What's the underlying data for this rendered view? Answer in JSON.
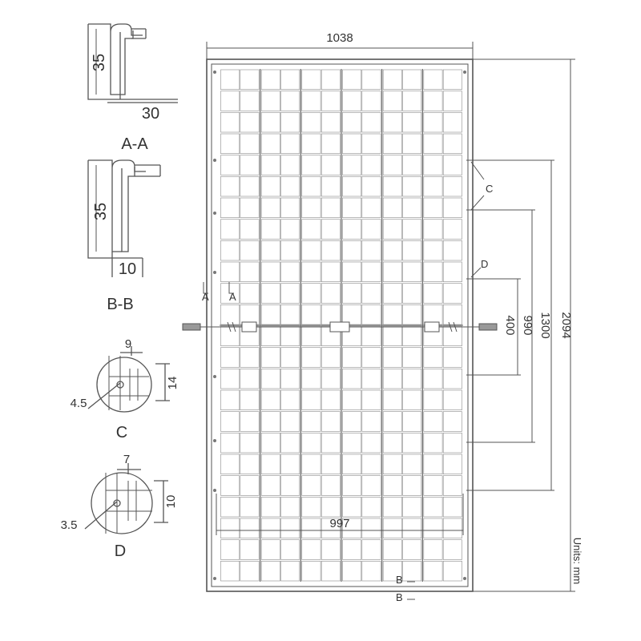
{
  "panel": {
    "width_label": "1038",
    "inner_width_label": "997",
    "height_label": "2094",
    "mount_1300_label": "1300",
    "mount_990_label": "990",
    "mount_400_label": "400",
    "marker_c": "C",
    "marker_d": "D",
    "marker_a1": "A",
    "marker_a2": "A",
    "marker_b1": "B",
    "marker_b2": "B",
    "units": "Units: mm",
    "rows": 24,
    "cols": 12
  },
  "sections": {
    "aa": {
      "title": "A-A",
      "dim_height": "35",
      "dim_width": "30"
    },
    "bb": {
      "title": "B-B",
      "dim_height": "35",
      "dim_width": "10"
    },
    "c": {
      "title": "C",
      "dim_top": "9",
      "dim_side": "14",
      "dim_diag": "4.5"
    },
    "d": {
      "title": "D",
      "dim_top": "7",
      "dim_side": "10",
      "dim_diag": "3.5"
    }
  },
  "colors": {
    "line": "#555555",
    "text": "#333333",
    "cell": "#8a8a8a"
  }
}
